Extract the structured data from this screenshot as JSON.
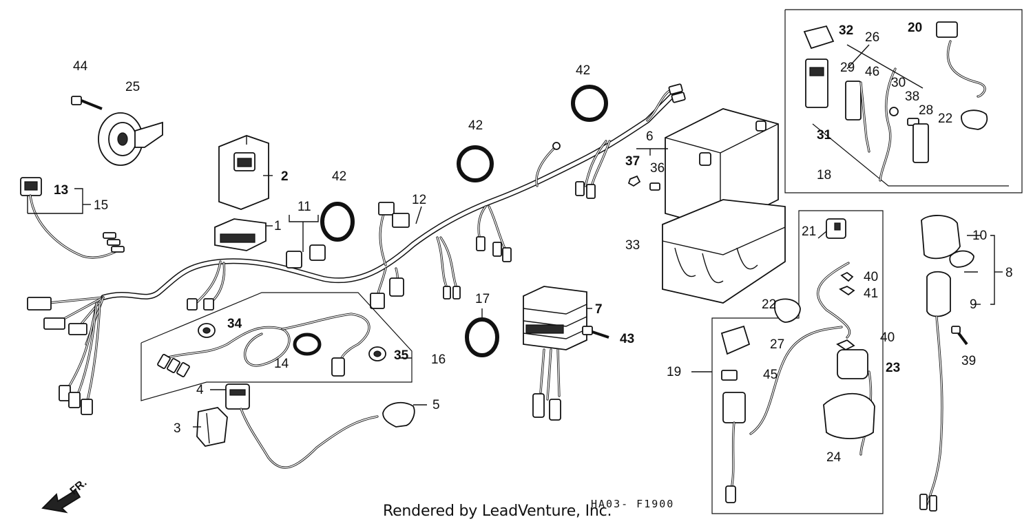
{
  "diagram": {
    "code": "HA03- F1900",
    "credit": "Rendered by LeadVenture, Inc.",
    "direction_mark": "FR.",
    "callouts": [
      "1",
      "2",
      "3",
      "4",
      "5",
      "6",
      "7",
      "8",
      "9",
      "10",
      "11",
      "12",
      "13",
      "14",
      "15",
      "16",
      "17",
      "18",
      "19",
      "20",
      "21",
      "22",
      "23",
      "24",
      "25",
      "26",
      "27",
      "28",
      "29",
      "30",
      "31",
      "32",
      "33",
      "34",
      "35",
      "36",
      "37",
      "38",
      "39",
      "40",
      "41",
      "42",
      "43",
      "44",
      "45",
      "46"
    ]
  }
}
